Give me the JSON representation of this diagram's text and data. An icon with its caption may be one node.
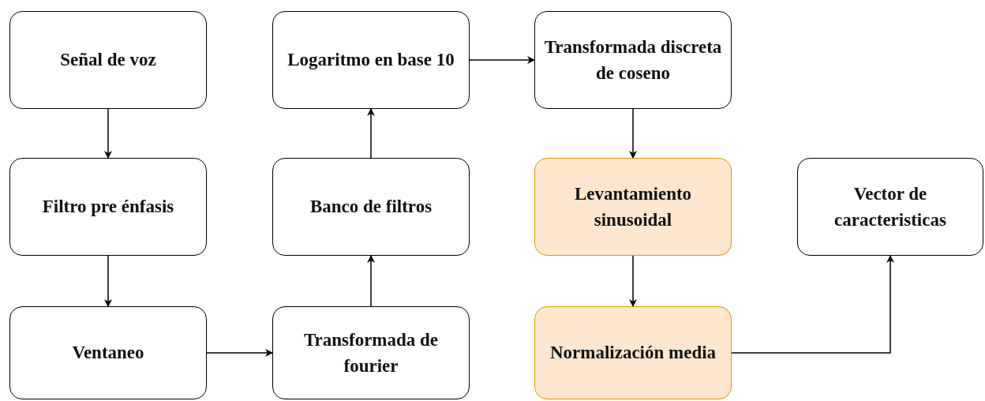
{
  "diagram": {
    "nodes": [
      {
        "text": [
          "Señal de voz"
        ]
      },
      {
        "text": [
          "Filtro pre énfasis"
        ]
      },
      {
        "text": [
          "Ventaneo"
        ]
      },
      {
        "text": [
          "Transformada de fourier"
        ]
      },
      {
        "text": [
          "Banco de filtros"
        ]
      },
      {
        "text": [
          "Logaritmo en base 10"
        ]
      },
      {
        "text": [
          "Transformada discreta de coseno"
        ]
      },
      {
        "text": [
          "Levantamiento sinusoidal"
        ]
      },
      {
        "text": [
          "Normalización media"
        ]
      },
      {
        "text": [
          "Vector de caracteristicas"
        ]
      }
    ],
    "edges": [
      {
        "from": 0,
        "to": 1,
        "arrow": "to"
      },
      {
        "from": 1,
        "to": 2,
        "arrow": "to"
      },
      {
        "from": 2,
        "to": 3,
        "arrow": "to"
      },
      {
        "from": 3,
        "to": 4,
        "arrow": "to"
      },
      {
        "from": 4,
        "to": 5,
        "arrow": "to"
      },
      {
        "from": 5,
        "to": 6,
        "arrow": "to"
      },
      {
        "from": 6,
        "to": 7,
        "arrow": "to"
      },
      {
        "from": 7,
        "to": 8,
        "arrow": "to"
      },
      {
        "from": 8,
        "to": 9,
        "arrow": "to"
      }
    ]
  }
}
